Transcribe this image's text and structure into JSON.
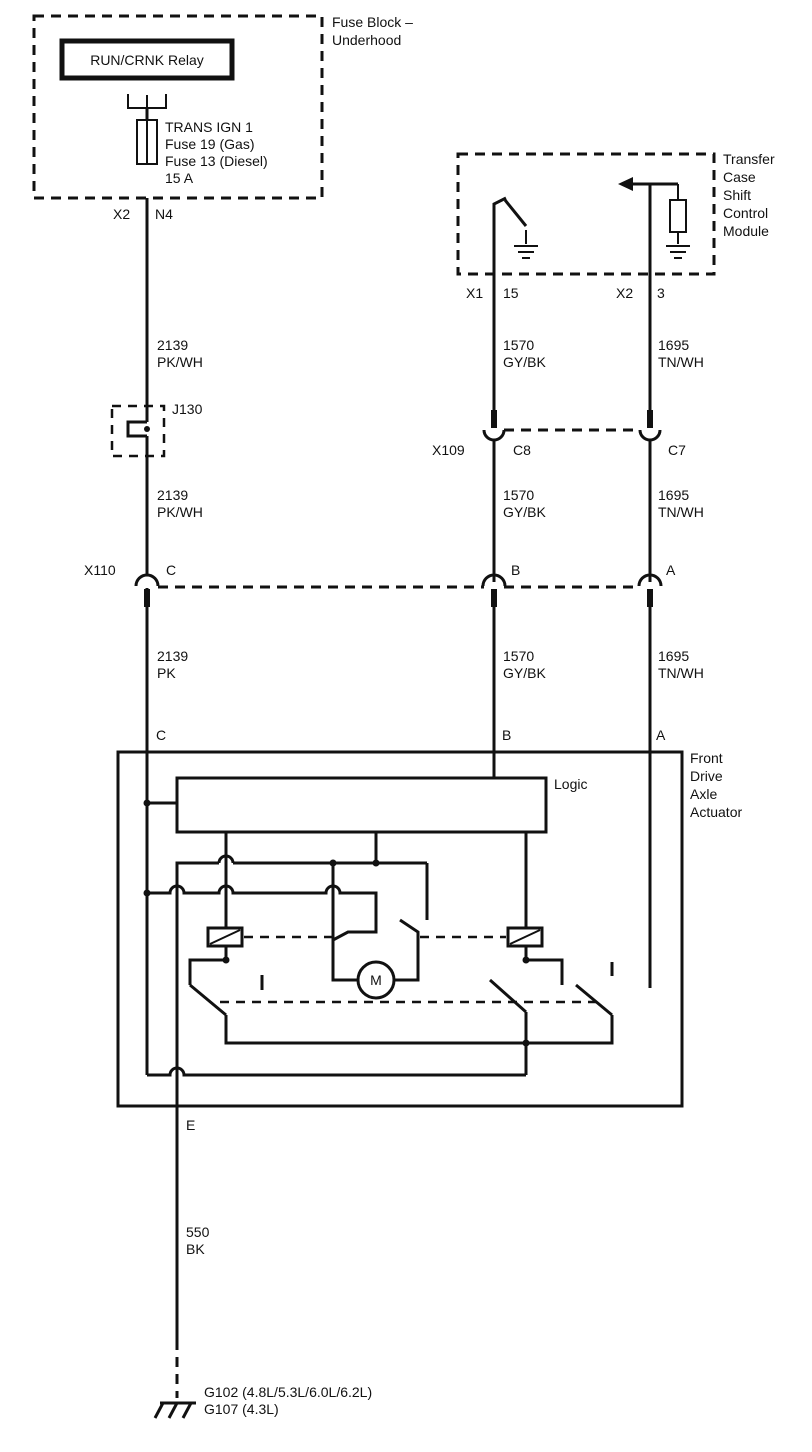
{
  "fuse_block": {
    "title_line1": "Fuse Block –",
    "title_line2": "Underhood",
    "relay_label": "RUN/CRNK Relay",
    "fuse_line1": "TRANS IGN 1",
    "fuse_line2": "Fuse 19 (Gas)",
    "fuse_line3": "Fuse 13 (Diesel)",
    "fuse_line4": "15 A",
    "connector": "X2",
    "pin": "N4"
  },
  "transfer_case_module": {
    "line1": "Transfer",
    "line2": "Case",
    "line3": "Shift",
    "line4": "Control",
    "line5": "Module",
    "conn_left": "X1",
    "pin_left": "15",
    "conn_right": "X2",
    "pin_right": "3"
  },
  "splice": {
    "label": "J130"
  },
  "wires": {
    "w2139_upper": {
      "circuit": "2139",
      "color": "PK/WH"
    },
    "w2139_mid": {
      "circuit": "2139",
      "color": "PK/WH"
    },
    "w2139_lower": {
      "circuit": "2139",
      "color": "PK"
    },
    "w1570_upper": {
      "circuit": "1570",
      "color": "GY/BK"
    },
    "w1570_mid": {
      "circuit": "1570",
      "color": "GY/BK"
    },
    "w1570_lower": {
      "circuit": "1570",
      "color": "GY/BK"
    },
    "w1695_upper": {
      "circuit": "1695",
      "color": "TN/WH"
    },
    "w1695_mid": {
      "circuit": "1695",
      "color": "TN/WH"
    },
    "w1695_lower": {
      "circuit": "1695",
      "color": "TN/WH"
    },
    "w550": {
      "circuit": "550",
      "color": "BK"
    }
  },
  "x109": {
    "label": "X109",
    "pin_left": "C8",
    "pin_right": "C7"
  },
  "x110": {
    "label": "X110",
    "pin_c": "C",
    "pin_b": "B",
    "pin_a": "A"
  },
  "actuator": {
    "line1": "Front",
    "line2": "Drive",
    "line3": "Axle",
    "line4": "Actuator",
    "logic_label": "Logic",
    "motor_label": "M",
    "pin_c": "C",
    "pin_b": "B",
    "pin_a": "A",
    "pin_e": "E"
  },
  "ground": {
    "line1": "G102 (4.8L/5.3L/6.0L/6.2L)",
    "line2": "G107 (4.3L)"
  }
}
